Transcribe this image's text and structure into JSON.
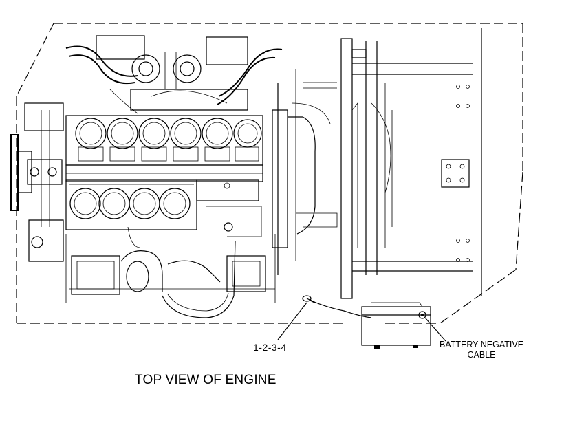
{
  "title": "TOP VIEW OF ENGINE",
  "callouts": {
    "part_reference": "1-2-3-4",
    "battery_line1": "BATTERY NEGATIVE",
    "battery_line2": "CABLE"
  },
  "colors": {
    "ink": "#000000",
    "background": "#ffffff"
  }
}
